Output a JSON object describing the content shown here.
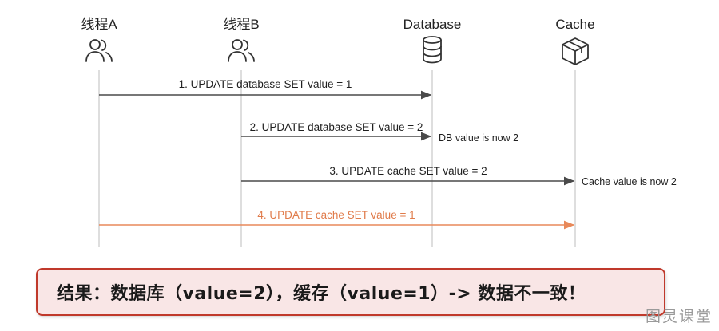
{
  "participants": [
    {
      "id": "thread-a",
      "label": "线程A",
      "icon": "users-icon"
    },
    {
      "id": "thread-b",
      "label": "线程B",
      "icon": "users-icon"
    },
    {
      "id": "database",
      "label": "Database",
      "icon": "database-icon"
    },
    {
      "id": "cache",
      "label": "Cache",
      "icon": "box-icon"
    }
  ],
  "messages": [
    {
      "label": "1. UPDATE database SET value = 1",
      "from": "thread-a",
      "to": "database"
    },
    {
      "label": "2. UPDATE database SET value = 2",
      "from": "thread-b",
      "to": "database"
    },
    {
      "label": "3. UPDATE cache SET value = 2",
      "from": "thread-b",
      "to": "cache"
    },
    {
      "label": "4. UPDATE cache SET value = 1",
      "from": "thread-a",
      "to": "cache"
    }
  ],
  "notes": [
    {
      "label": "DB value is now 2",
      "at": "database"
    },
    {
      "label": "Cache value is now 2",
      "at": "cache"
    }
  ],
  "result": {
    "text": "结果：数据库（value=2），缓存（value=1）-> 数据不一致！"
  },
  "watermark": "图灵课堂",
  "colors": {
    "lifeline": "#d4d4d4",
    "arrow": "#4a4a4a",
    "highlight_arrow": "#e8895a",
    "highlight_text": "#e07b4a",
    "result_border": "#c0392b",
    "result_bg": "#f9e6e6"
  }
}
